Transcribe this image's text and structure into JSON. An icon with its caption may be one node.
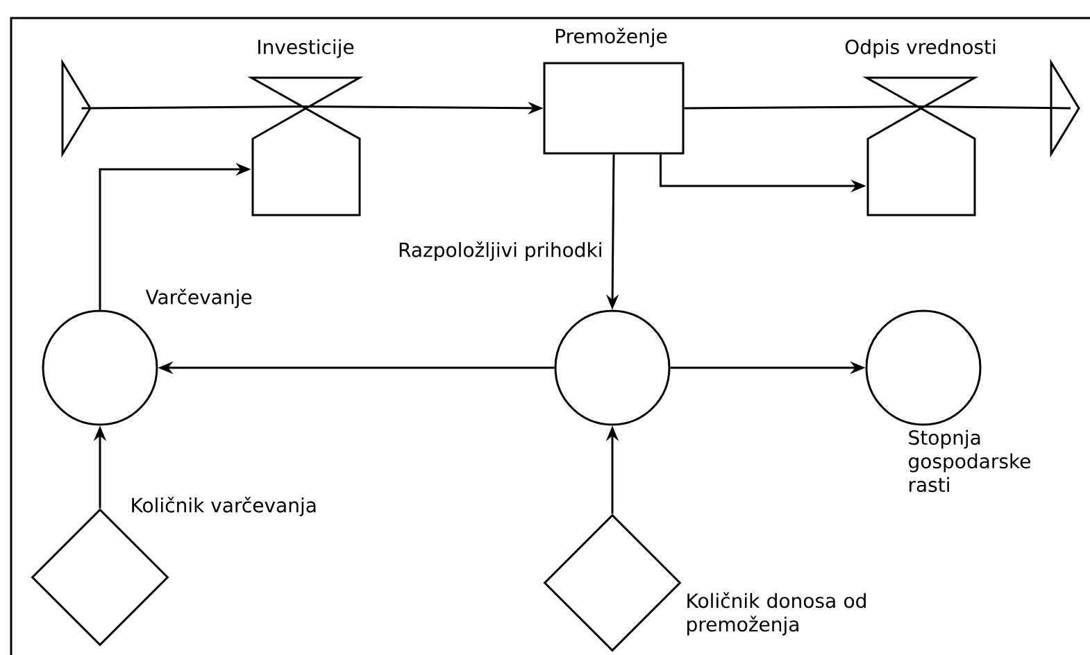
{
  "diagram": {
    "nodes": [
      {
        "text": [],
        "shape": "triangle"
      },
      {
        "text": [
          "Investicije"
        ]
      },
      {
        "text": [
          "Premoženje"
        ]
      },
      {
        "text": [
          "Odpis vrednosti"
        ]
      },
      {
        "text": [],
        "shape": "triangle"
      },
      {
        "text": [
          "Varčevanje"
        ]
      },
      {
        "text": [
          "Razpoložljivi prihodki"
        ]
      },
      {
        "text": [
          "Stopnja gospodarske rasti"
        ]
      },
      {
        "text": [
          "Količnik varčevanja"
        ]
      },
      {
        "text": [
          "Količnik donosa od premoženja"
        ]
      }
    ],
    "edges": [
      {
        "from": 0,
        "to": 1,
        "arrow": "none"
      },
      {
        "from": 1,
        "to": 2,
        "arrow": "to"
      },
      {
        "from": 2,
        "to": 3,
        "arrow": "none"
      },
      {
        "from": 3,
        "to": 4,
        "arrow": "none"
      },
      {
        "from": 5,
        "to": 1,
        "arrow": "to"
      },
      {
        "from": 2,
        "to": 3,
        "arrow": "to"
      },
      {
        "from": 2,
        "to": 6,
        "arrow": "to"
      },
      {
        "from": 6,
        "to": 5,
        "arrow": "to"
      },
      {
        "from": 6,
        "to": 7,
        "arrow": "to"
      },
      {
        "from": 8,
        "to": 5,
        "arrow": "to"
      },
      {
        "from": 9,
        "to": 6,
        "arrow": "to"
      }
    ]
  }
}
